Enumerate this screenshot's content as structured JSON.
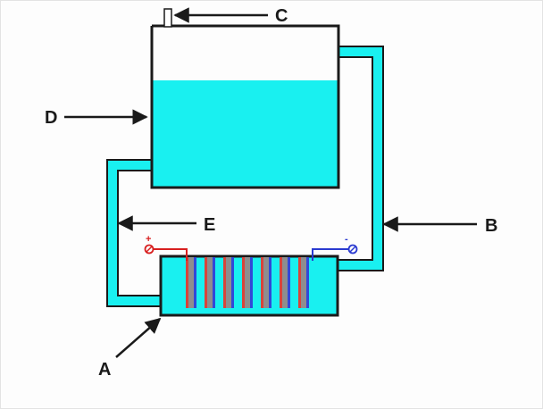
{
  "labels": {
    "A": "A",
    "B": "B",
    "C": "C",
    "D": "D",
    "E": "E"
  },
  "terminals": {
    "positive": "+",
    "negative": "-"
  },
  "colors": {
    "water": "#19f0f0",
    "outline": "#1a1a1a",
    "plate_red": "#d8443a",
    "plate_blue": "#3048d8",
    "plate_gray": "#8e8e8e",
    "wire_red": "#d82020",
    "wire_blue": "#2a3ad0"
  },
  "components": {
    "tank": "water-tank",
    "electrolyser": "electrolyser-cell",
    "return_pipe": "pipe-right",
    "feed_pipe": "pipe-left",
    "vent": "vent-tube"
  }
}
